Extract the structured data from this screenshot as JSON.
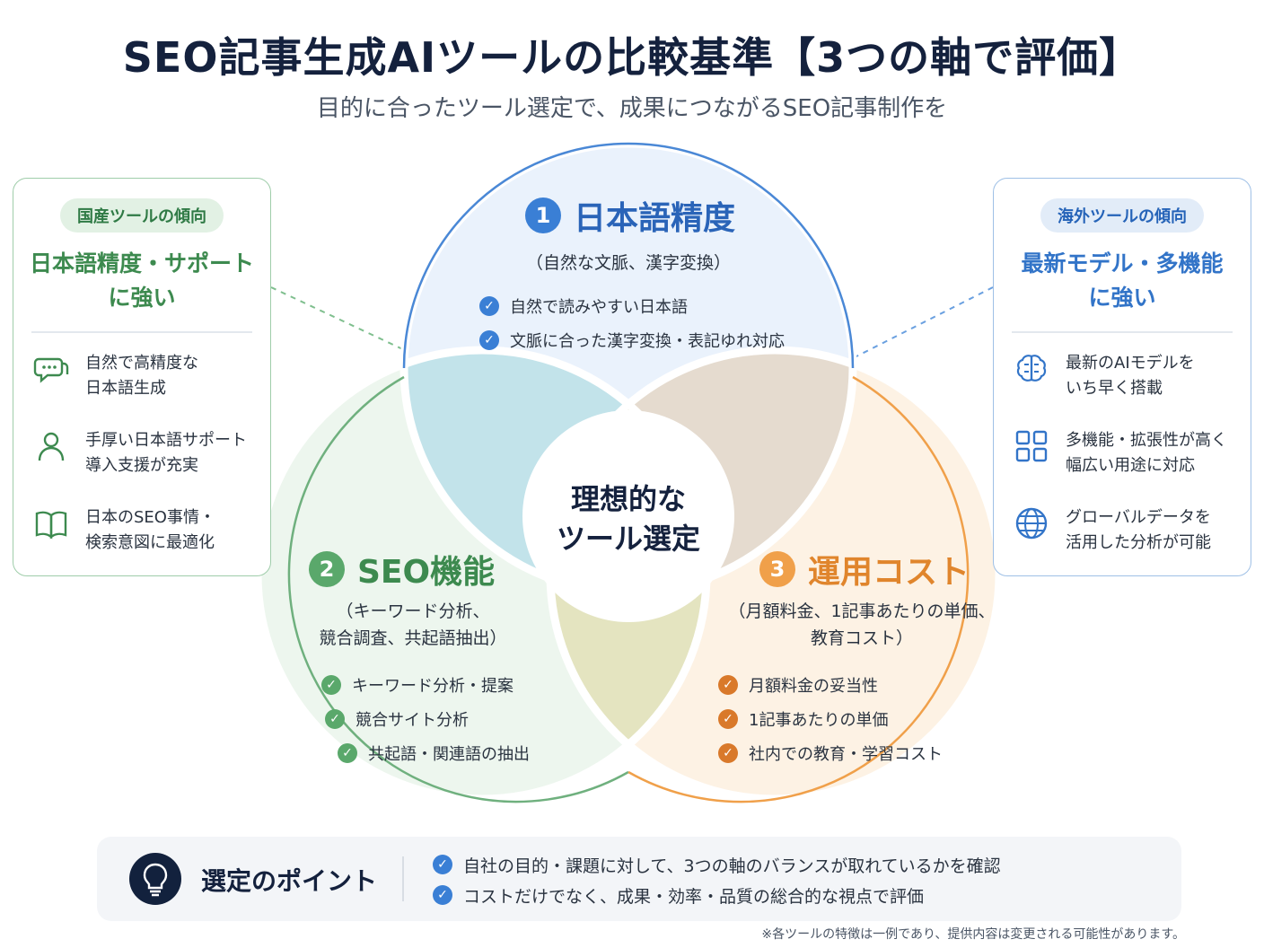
{
  "header": {
    "title": "SEO記事生成AIツールの比較基準【3つの軸で評価】",
    "subtitle": "目的に合ったツール選定で、成果につながるSEO記事制作を"
  },
  "left_card": {
    "pill": "国産ツールの傾向",
    "heading_line1": "日本語精度・サポート",
    "heading_line2": "に強い",
    "features": [
      {
        "icon": "chat-bubble-icon",
        "line1": "自然で高精度な",
        "line2": "日本語生成"
      },
      {
        "icon": "person-icon",
        "line1": "手厚い日本語サポート",
        "line2": "導入支援が充実"
      },
      {
        "icon": "book-icon",
        "line1": "日本のSEO事情・",
        "line2": "検索意図に最適化"
      }
    ]
  },
  "right_card": {
    "pill": "海外ツールの傾向",
    "heading_line1": "最新モデル・多機能",
    "heading_line2": "に強い",
    "features": [
      {
        "icon": "brain-icon",
        "line1": "最新のAIモデルを",
        "line2": "いち早く搭載"
      },
      {
        "icon": "grid-icon",
        "line1": "多機能・拡張性が高く",
        "line2": "幅広い用途に対応"
      },
      {
        "icon": "globe-icon",
        "line1": "グローバルデータを",
        "line2": "活用した分析が可能"
      }
    ]
  },
  "circles": {
    "japanese": {
      "number": "1",
      "title": "日本語精度",
      "sub_line1": "（自然な文脈、漢字変換）",
      "checks": [
        "自然で読みやすい日本語",
        "文脈に合った漢字変換・表記ゆれ対応"
      ]
    },
    "seo": {
      "number": "2",
      "title": "SEO機能",
      "sub_line1": "（キーワード分析、",
      "sub_line2": "競合調査、共起語抽出）",
      "checks": [
        "キーワード分析・提案",
        "競合サイト分析",
        "共起語・関連語の抽出"
      ]
    },
    "cost": {
      "number": "3",
      "title": "運用コスト",
      "sub_line1": "（月額料金、1記事あたりの単価、",
      "sub_line2": "教育コスト）",
      "checks": [
        "月額料金の妥当性",
        "1記事あたりの単価",
        "社内での教育・学習コスト"
      ]
    },
    "center_line1": "理想的な",
    "center_line2": "ツール選定"
  },
  "point": {
    "title": "選定のポイント",
    "items": [
      "自社の目的・課題に対して、3つの軸のバランスが取れているかを確認",
      "コストだけでなく、成果・効率・品質の総合的な視点で評価"
    ]
  },
  "note": "※各ツールの特徴は一例であり、提供内容は変更される可能性があります。",
  "colors": {
    "blue": "#3a7fd5",
    "green": "#5aa86b",
    "orange": "#f0a04a",
    "navy": "#14213d"
  }
}
